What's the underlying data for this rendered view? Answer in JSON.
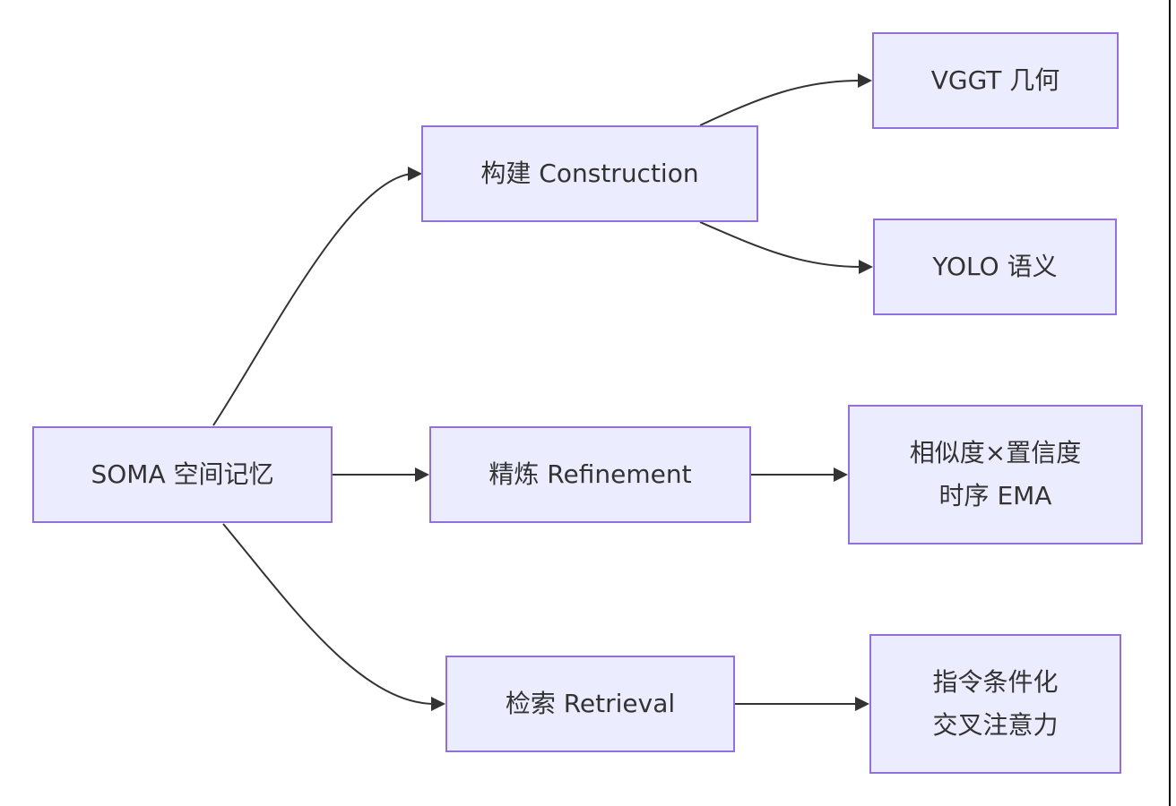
{
  "colors": {
    "node_fill": "#ececff",
    "node_border": "#9370db",
    "edge": "#333333",
    "text": "#333333"
  },
  "nodes": {
    "soma": {
      "label": "SOMA 空间记忆"
    },
    "construction": {
      "label": "构建 Construction"
    },
    "refinement": {
      "label": "精炼 Refinement"
    },
    "retrieval": {
      "label": "检索 Retrieval"
    },
    "vggt": {
      "label": "VGGT 几何"
    },
    "yolo": {
      "label": "YOLO 语义"
    },
    "ema": {
      "line1": "相似度×置信度",
      "line2": "时序 EMA"
    },
    "attention": {
      "line1": "指令条件化",
      "line2": "交叉注意力"
    }
  },
  "edges": [
    {
      "from": "soma",
      "to": "construction"
    },
    {
      "from": "soma",
      "to": "refinement"
    },
    {
      "from": "soma",
      "to": "retrieval"
    },
    {
      "from": "construction",
      "to": "vggt"
    },
    {
      "from": "construction",
      "to": "yolo"
    },
    {
      "from": "refinement",
      "to": "ema"
    },
    {
      "from": "retrieval",
      "to": "attention"
    }
  ]
}
